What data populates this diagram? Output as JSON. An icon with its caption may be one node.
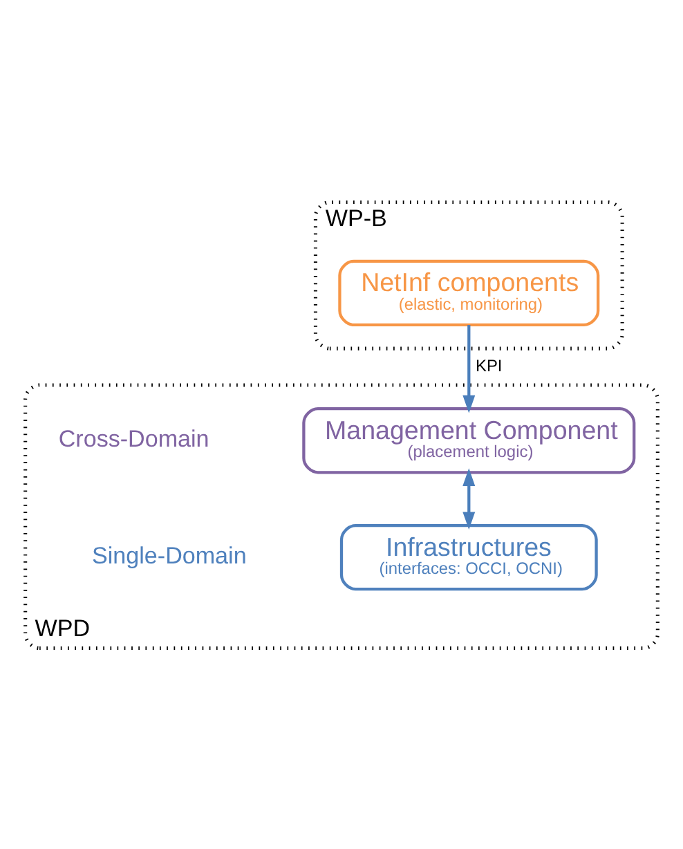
{
  "diagram": {
    "nodes": [
      {
        "text": [
          "WP-B"
        ]
      },
      {
        "text": [
          "NetInf components",
          "(elastic, monitoring)"
        ],
        "in": 0
      },
      {
        "text": [
          "WPD"
        ]
      },
      {
        "text": [
          "Management Component",
          "(placement logic)"
        ],
        "in": 2
      },
      {
        "text": [
          "Infrastructures",
          "(interfaces: OCCI, OCNI)"
        ],
        "in": 2
      }
    ],
    "edges": [
      {
        "from": 1,
        "to": 3,
        "arrow": "to",
        "label": "KPI"
      },
      {
        "from": 3,
        "to": 4,
        "arrow": "both"
      }
    ],
    "labels": [
      "Cross-Domain",
      "Single-Domain"
    ]
  }
}
